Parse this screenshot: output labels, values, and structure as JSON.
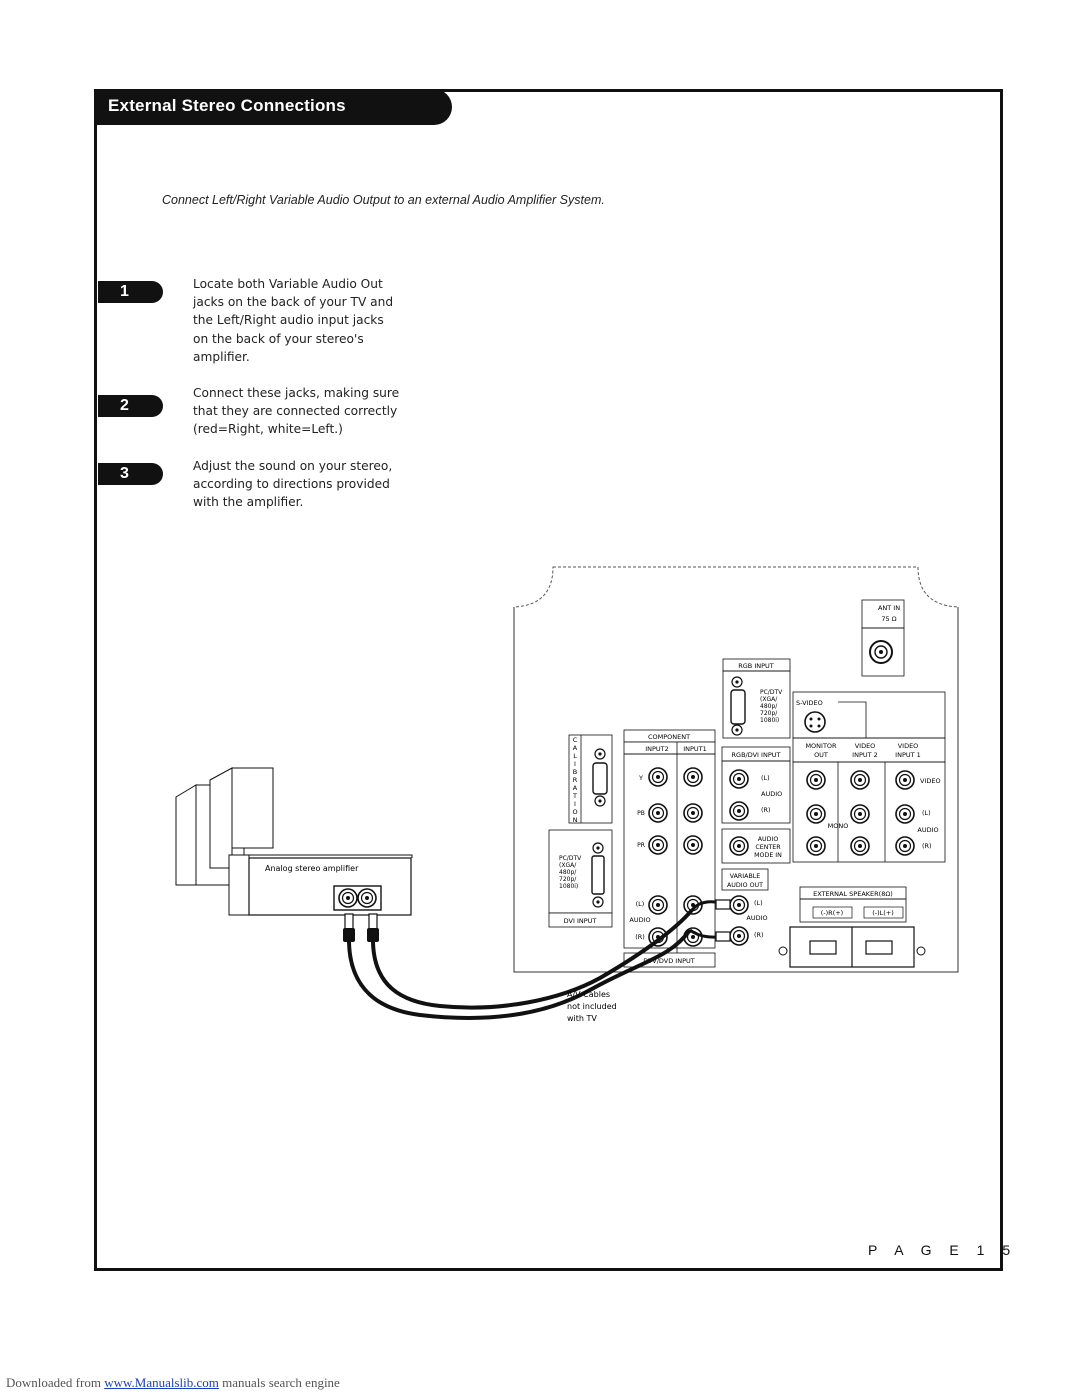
{
  "header": {
    "title": "External Stereo Connections"
  },
  "intro": "Connect Left/Right Variable Audio Output to an external Audio Amplifier System.",
  "steps": [
    {
      "number": "1",
      "lines": [
        "Locate both Variable Audio Out",
        "jacks on the back of your TV and",
        "the Left/Right audio input jacks",
        "on the back of your stereo's",
        "amplifier."
      ]
    },
    {
      "number": "2",
      "lines": [
        "Connect these jacks, making sure",
        "that they are connected correctly",
        "(red=Right, white=Left.)"
      ]
    },
    {
      "number": "3",
      "lines": [
        "Adjust the sound on your stereo,",
        "according to directions provided",
        "with the amplifier."
      ]
    }
  ],
  "diagram": {
    "amplifier_label": "Analog stereo amplifier",
    "cable_note": [
      "A/V Cables",
      "not included",
      "with TV"
    ],
    "ant_in": "ANT IN",
    "ant_ohm": "75 Ω",
    "rgb_input": "RGB INPUT",
    "pc_dtv": [
      "PC/DTV",
      "(XGA/",
      "480p/",
      "720p/",
      "1080i)"
    ],
    "calibration": [
      "C",
      "A",
      "L",
      "I",
      "B",
      "R",
      "A",
      "T",
      "I",
      "O",
      "N"
    ],
    "component": "COMPONENT",
    "input2": "INPUT2",
    "input1": "INPUT1",
    "comp_rows": [
      "Y",
      "PB",
      "PR"
    ],
    "rgb_dvi_input": "RGB/DVI INPUT",
    "audio_l": "(L)",
    "audio_r": "(R)",
    "audio": "AUDIO",
    "audio_center": [
      "AUDIO",
      "CENTER",
      "MODE IN"
    ],
    "variable_audio_out": [
      "VARIABLE",
      "AUDIO OUT"
    ],
    "dtv_dvd_input": "DTV/DVD INPUT",
    "dvi_input": "DVI INPUT",
    "s_video": "S-VIDEO",
    "monitor_out": [
      "MONITOR",
      "OUT"
    ],
    "video_input2": [
      "VIDEO",
      "INPUT 2"
    ],
    "video_input1": [
      "VIDEO",
      "INPUT 1"
    ],
    "video": "VIDEO",
    "mono": "MONO",
    "external_speaker": "EXTERNAL SPEAKER(8Ω)",
    "speaker_r": "(-)R(+)",
    "speaker_l": "(-)L(+)"
  },
  "page": {
    "label": "P A G E  1 5"
  },
  "footer": {
    "prefix": "Downloaded from ",
    "link": "www.Manualslib.com",
    "suffix": " manuals search engine"
  }
}
